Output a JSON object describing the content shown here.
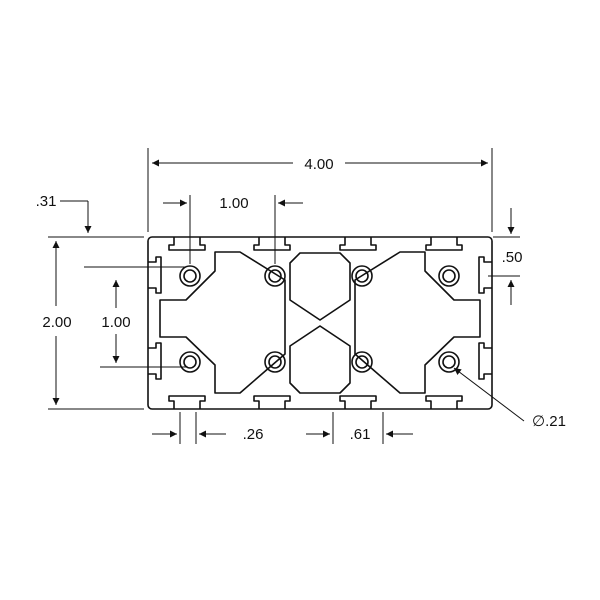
{
  "diagram": {
    "ink_color": "#111111",
    "background": "#ffffff",
    "dimensions": {
      "overall_width": "4.00",
      "overall_height": "2.00",
      "hole_pitch_horizontal": "1.00",
      "hole_pitch_vertical": "1.00",
      "top_offset": ".31",
      "slot_depth": ".50",
      "slot_opening": ".26",
      "slot_width": ".61",
      "hole_diameter": "∅.21"
    }
  }
}
